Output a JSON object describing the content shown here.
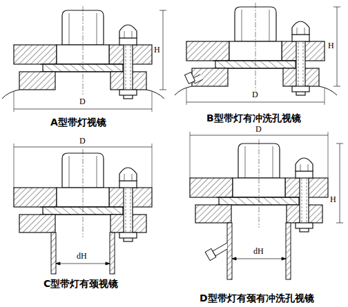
{
  "diagram": {
    "labels": [
      "A型带灯视镜",
      "H",
      "D",
      "B型带灯有冲洗孔视镜",
      "H",
      "D",
      "C型带灯有颈视镜",
      "D",
      "dH",
      "D型带灯有颈有冲洗孔视镜",
      "D",
      "H",
      "dH"
    ]
  }
}
